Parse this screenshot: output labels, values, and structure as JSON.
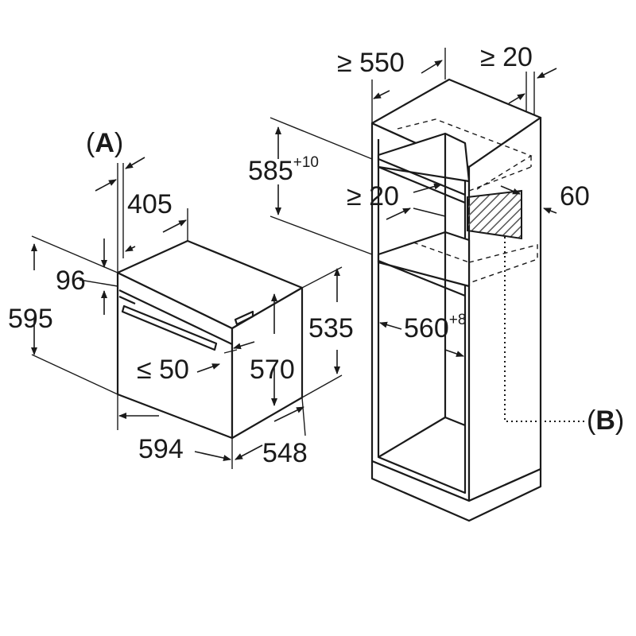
{
  "diagram": {
    "callouts": {
      "a": "(A)",
      "b": "(B)"
    },
    "dimensions": {
      "d405": "405",
      "d96": "96",
      "d595": "595",
      "d594": "594",
      "d548": "548",
      "d570": "570",
      "d535": "535",
      "d50": "≤ 50",
      "d550": "≥ 550",
      "d20_top": "≥ 20",
      "d585": "585",
      "d585_tol": "+10",
      "d20_mid": "≥ 20",
      "d60": "60",
      "d560": "560",
      "d560_tol": "+8"
    }
  }
}
